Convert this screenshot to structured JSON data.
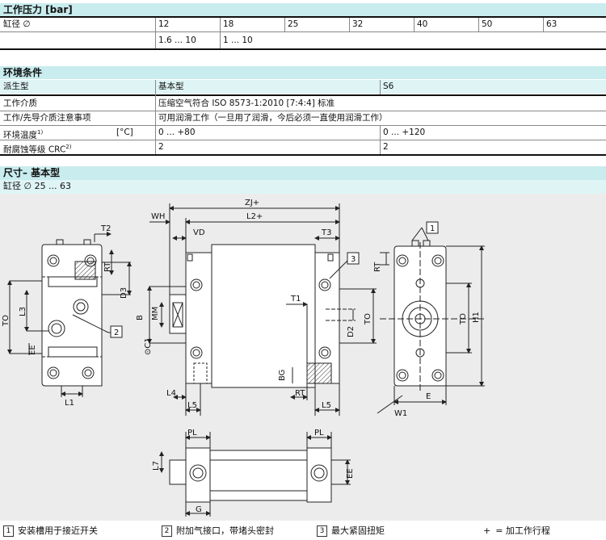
{
  "pressure": {
    "title": "工作压力 [bar]",
    "row_label": "缸径 ∅",
    "bores": [
      "12",
      "18",
      "25",
      "32",
      "40",
      "50",
      "63"
    ],
    "ranges": [
      "1.6 ... 10",
      "1 ... 10"
    ]
  },
  "environment": {
    "title": "环境条件",
    "header_row": {
      "label": "派生型",
      "basic": "基本型",
      "s6": "S6"
    },
    "medium": {
      "label": "工作介质",
      "value": "压缩空气符合 ISO 8573-1:2010 [7:4:4] 标准"
    },
    "pilot": {
      "label": "工作/先导介质注意事项",
      "value": "可用润滑工作（一旦用了润滑，今后必须一直使用润滑工作）"
    },
    "temp": {
      "label": "环境温度",
      "sup": "1)",
      "unit": "[°C]",
      "basic": "0 ... +80",
      "s6": "0 ... +120"
    },
    "crc": {
      "label": "耐腐蚀等级 CRC",
      "sup": "2)",
      "basic": "2",
      "s6": "2"
    }
  },
  "dimensions": {
    "title": "尺寸– 基本型",
    "subtitle": "缸径 ∅ 25 ... 63"
  },
  "drawing_labels": {
    "ZJ": "ZJ+",
    "L2": "L2+",
    "WH": "WH",
    "VD": "VD",
    "T3": "T3",
    "T2": "T2",
    "RT": "RT",
    "D3": "D3",
    "TO": "TO",
    "L3": "L3",
    "EE": "EE",
    "L1": "L1",
    "B": "B",
    "MM": "MM",
    "C1": "⊙C1",
    "T1": "T1",
    "D2": "D2",
    "BG": "BG",
    "L4": "L4",
    "L5": "L5",
    "H1": "H1",
    "E": "E",
    "W1": "W1",
    "PL": "PL",
    "L7": "L7",
    "G": "G",
    "n1": "1",
    "n2": "2",
    "n3": "3"
  },
  "legend": [
    {
      "num": "1",
      "text": "安装槽用于接近开关"
    },
    {
      "num": "2",
      "text": "附加气接口，带堵头密封"
    },
    {
      "num": "3",
      "text": "最大紧固扭矩"
    },
    {
      "num": "+",
      "text": "= 加工作行程"
    }
  ]
}
